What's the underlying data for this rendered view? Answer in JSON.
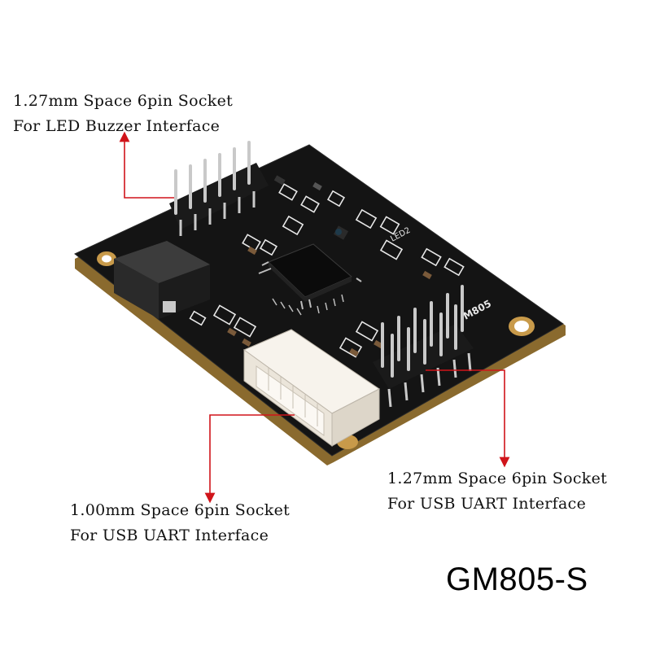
{
  "colors": {
    "pcb": "#141414",
    "pcb_edge": "#8a6a2e",
    "silkscreen": "#e8e8e8",
    "pin": "#c9c9c9",
    "arrow": "#d0141a",
    "connector": "#f2ede4"
  },
  "annotations": {
    "top_left": {
      "line1": "1.27mm Space 6pin Socket",
      "line2": "For LED Buzzer Interface"
    },
    "bottom_left": {
      "line1": "1.00mm Space 6pin Socket",
      "line2": "For USB UART Interface"
    },
    "right": {
      "line1": "1.27mm Space 6pin Socket",
      "line2": "For USB UART Interface"
    }
  },
  "silkscreen": {
    "led_label": "LED2",
    "module_label": "M805"
  },
  "model": "GM805-S"
}
